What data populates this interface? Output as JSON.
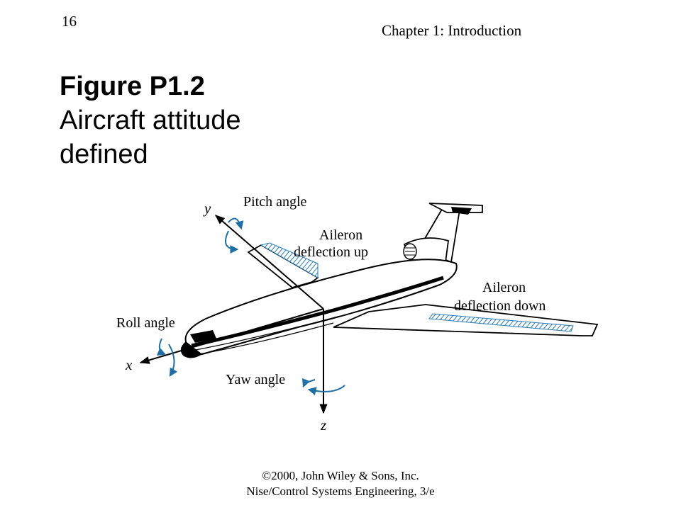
{
  "header": {
    "page_number": "16",
    "chapter": "Chapter 1: Introduction"
  },
  "figure": {
    "label": "Figure P1.2",
    "caption": "Aircraft attitude defined"
  },
  "diagram": {
    "axes": {
      "x": "x",
      "y": "y",
      "z": "z"
    },
    "labels": {
      "pitch": "Pitch angle",
      "aileron_up_1": "Aileron",
      "aileron_up_2": "deflection up",
      "aileron_down_1": "Aileron",
      "aileron_down_2": "deflection down",
      "roll": "Roll angle",
      "yaw": "Yaw angle"
    },
    "colors": {
      "arrow": "#1f6fa5",
      "aileron": "#2a7bb5"
    }
  },
  "footer": {
    "copyright": "©2000, John Wiley & Sons, Inc.",
    "book": "Nise/Control Systems Engineering, 3/e"
  }
}
